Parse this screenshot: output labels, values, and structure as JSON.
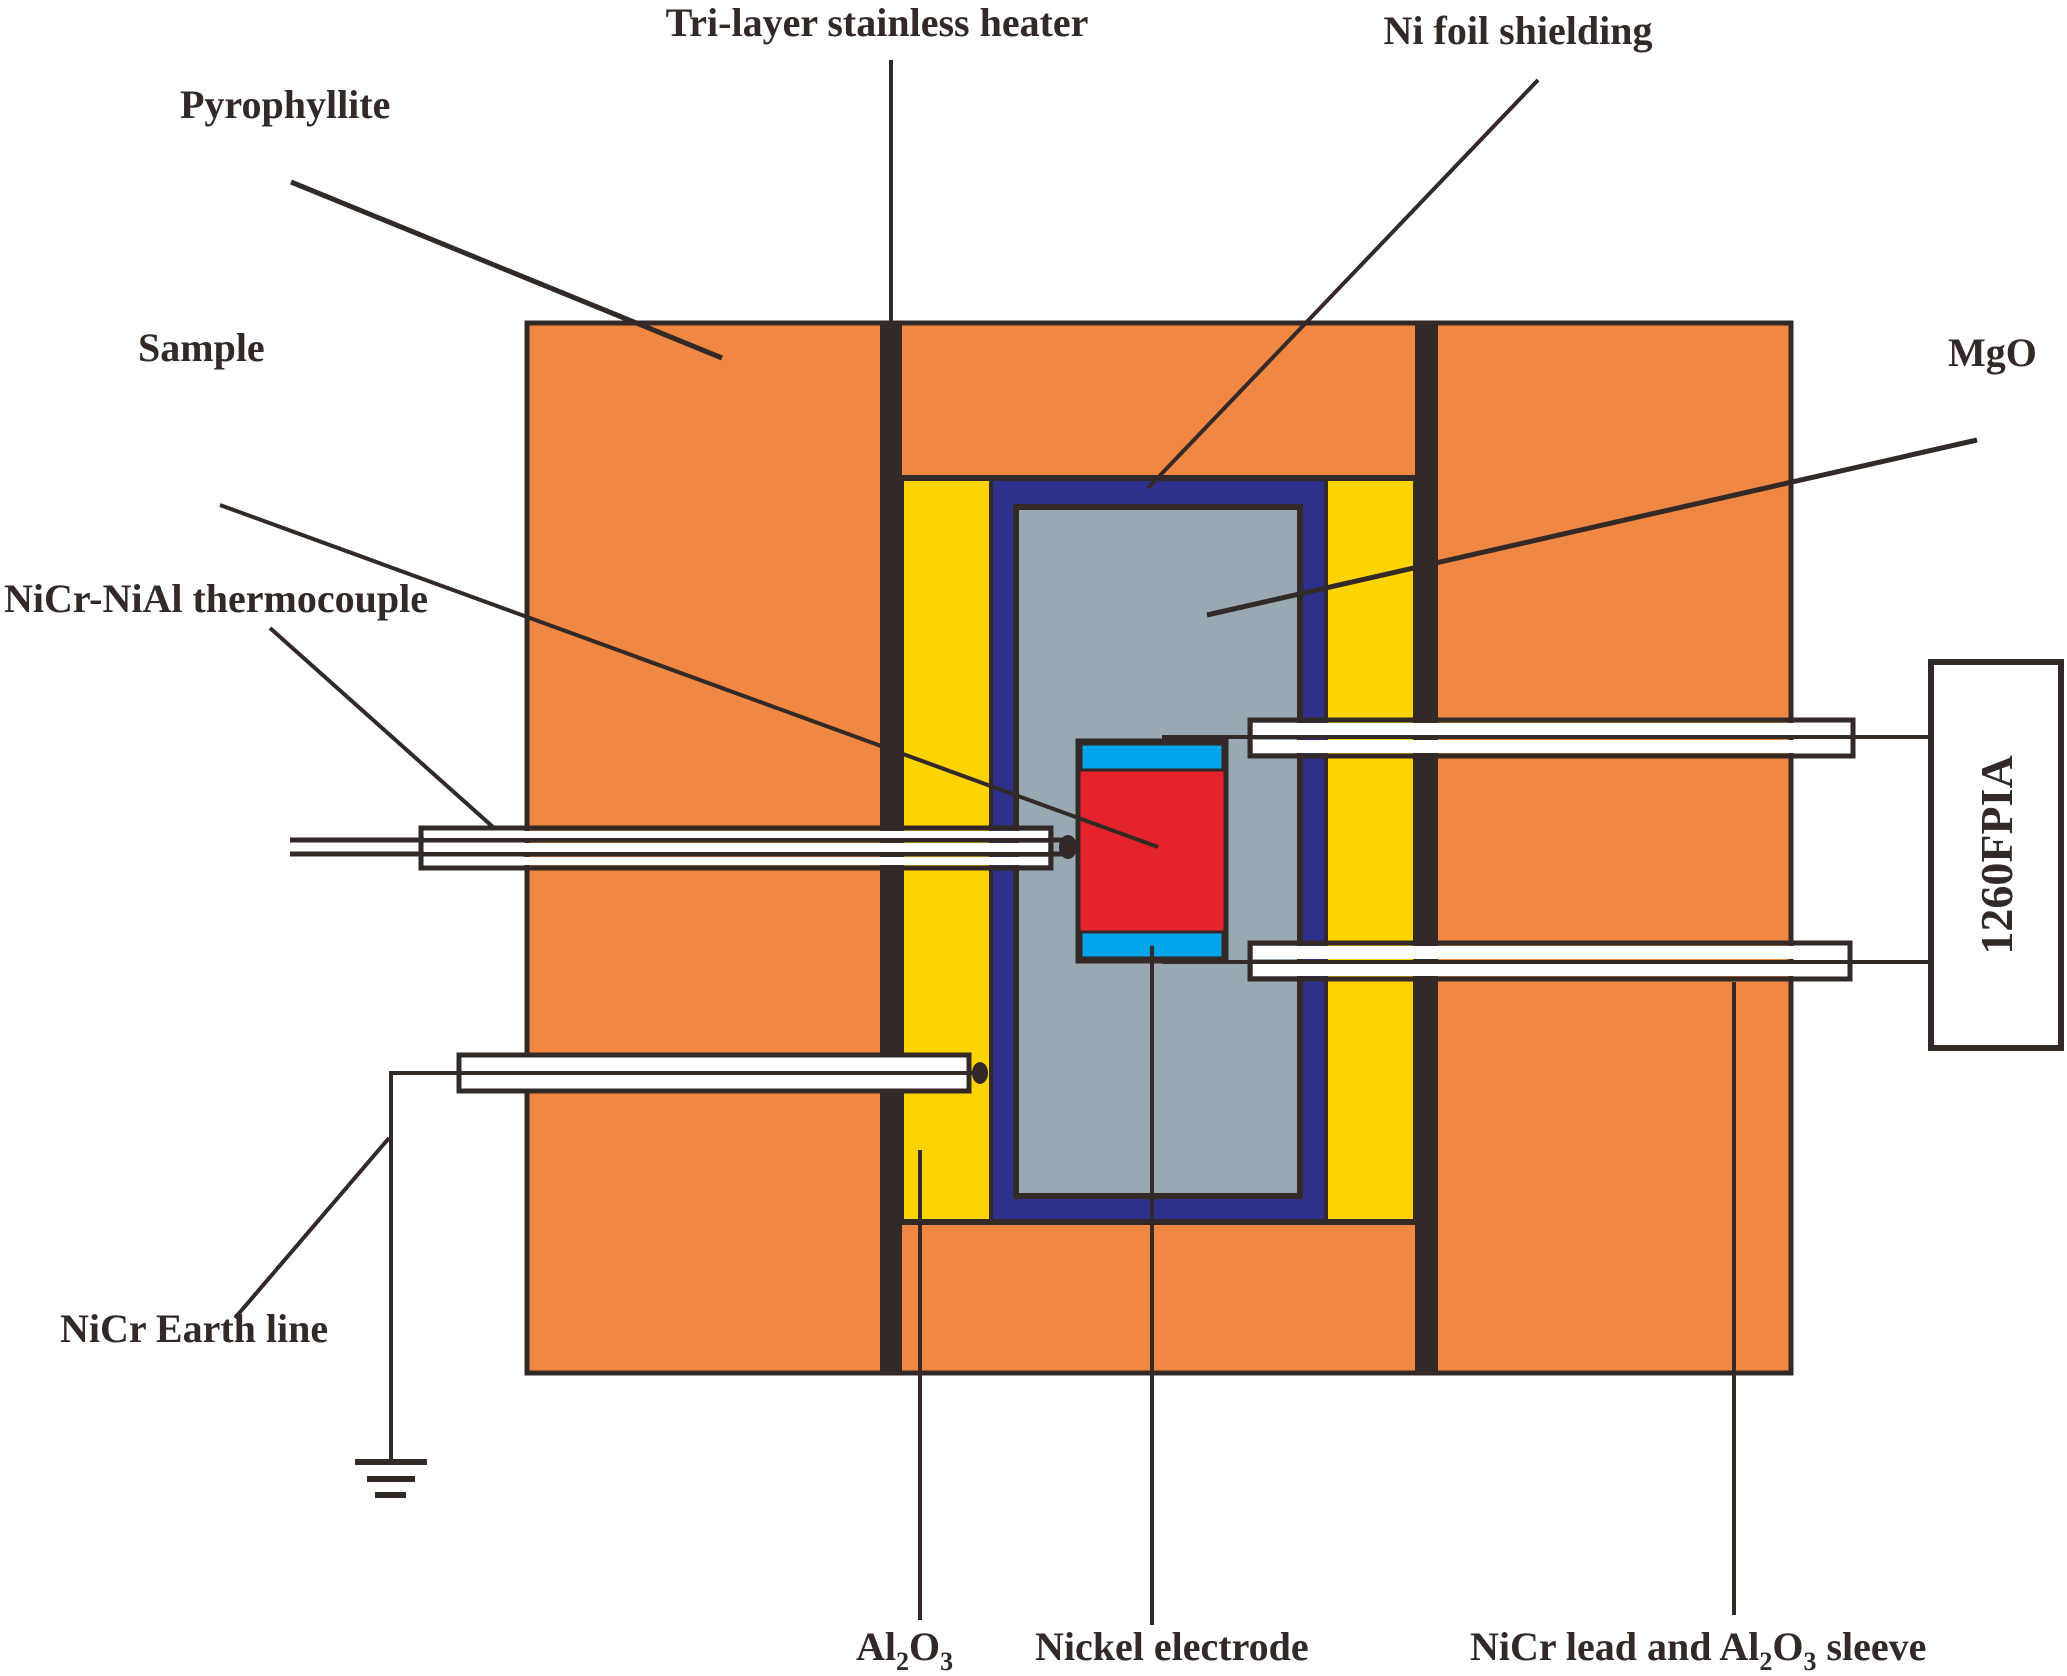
{
  "figure": {
    "title": "High-pressure cell assembly for impedance measurement",
    "colors": {
      "pyrophyllite": "#f08743",
      "heater": "#332a28",
      "alumina": "#fdd300",
      "ni_foil": "#2e318b",
      "mgo": "#98a9b3",
      "sample": "#e6222b",
      "electrode": "#00a6e9",
      "sleeve": "#ffffff",
      "line": "#332a28"
    }
  },
  "labels": {
    "heater": "Tri-layer stainless heater",
    "ni_foil": "Ni foil shielding",
    "pyrophyllite": "Pyrophyllite",
    "sample": "Sample",
    "mgo": "MgO",
    "thermocouple": "NiCr-NiAl thermocouple",
    "earth_line": "NiCr Earth line",
    "al2o3": {
      "base": "Al",
      "sub1": "2",
      "mid": "O",
      "sub2": "3"
    },
    "nickel_electrode": "Nickel electrode",
    "nicr_lead": {
      "pre": "NiCr lead and Al",
      "sub1": "2",
      "mid": "O",
      "sub2": "3",
      "post": " sleeve"
    },
    "analyzer": "1260FPIA"
  },
  "icons": {
    "ground": "ground-symbol-icon",
    "junction": "junction-dot-icon"
  }
}
